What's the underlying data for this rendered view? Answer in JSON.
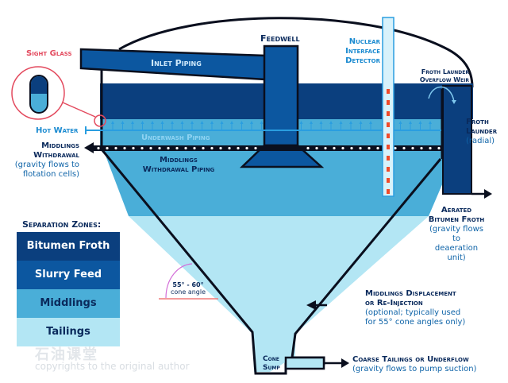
{
  "colors": {
    "bitumen_froth": "#0b3f7e",
    "slurry_feed": "#0c57a0",
    "middlings": "#4aaed8",
    "tailings": "#b3e6f4",
    "outline": "#0a0f1e",
    "label_dark": "#0a2a5c",
    "label_blue": "#1a8ad0",
    "sight_glass_red": "#e34a5e",
    "detector_dots": "#f04a2a"
  },
  "labels": {
    "sight_glass": "Sight Glass",
    "inlet_piping": "Inlet Piping",
    "feedwell": "Feedwell",
    "nuclear_interface_detector": [
      "Nuclear",
      "Interface",
      "Detector"
    ],
    "froth_launder_overflow_weir": [
      "Froth Launder",
      "Overflow Weir"
    ],
    "froth_launder": [
      "Froth",
      "Launder"
    ],
    "froth_launder_sub": "(radial)",
    "hot_water": "Hot Water",
    "underwash_piping": "Underwash Piping",
    "middlings_withdrawal": [
      "Middlings",
      "Withdrawal"
    ],
    "middlings_withdrawal_sub": [
      "(gravity flows to",
      "flotation cells)"
    ],
    "middlings_withdrawal_piping": [
      "Middlings",
      "Withdrawal Piping"
    ],
    "aerated_bitumen_froth": [
      "Aerated",
      "Bitumen Froth"
    ],
    "aerated_bitumen_froth_sub": [
      "(gravity flows to",
      "deaeration unit)"
    ],
    "cone_angle": [
      "55° - 60°",
      "cone angle"
    ],
    "middlings_displacement": [
      "Middlings Displacement",
      "or Re-Injection"
    ],
    "middlings_displacement_sub": [
      "(optional; typically used",
      "for 55° cone angles only)"
    ],
    "cone_sump": [
      "Cone",
      "Sump"
    ],
    "coarse_tailings": "Coarse Tailings or Underflow",
    "coarse_tailings_sub": "(gravity flows to pump suction)"
  },
  "legend": {
    "title": "Separation Zones:",
    "zones": [
      {
        "name": "Bitumen Froth",
        "color": "#0b3f7e",
        "text_color": "#ffffff"
      },
      {
        "name": "Slurry Feed",
        "color": "#0c57a0",
        "text_color": "#ffffff"
      },
      {
        "name": "Middlings",
        "color": "#4aaed8",
        "text_color": "#0a2a5c"
      },
      {
        "name": "Tailings",
        "color": "#b3e6f4",
        "text_color": "#0a2a5c"
      }
    ]
  },
  "watermark": {
    "chinese": "石油课堂",
    "text": "copyrights to the original author"
  }
}
